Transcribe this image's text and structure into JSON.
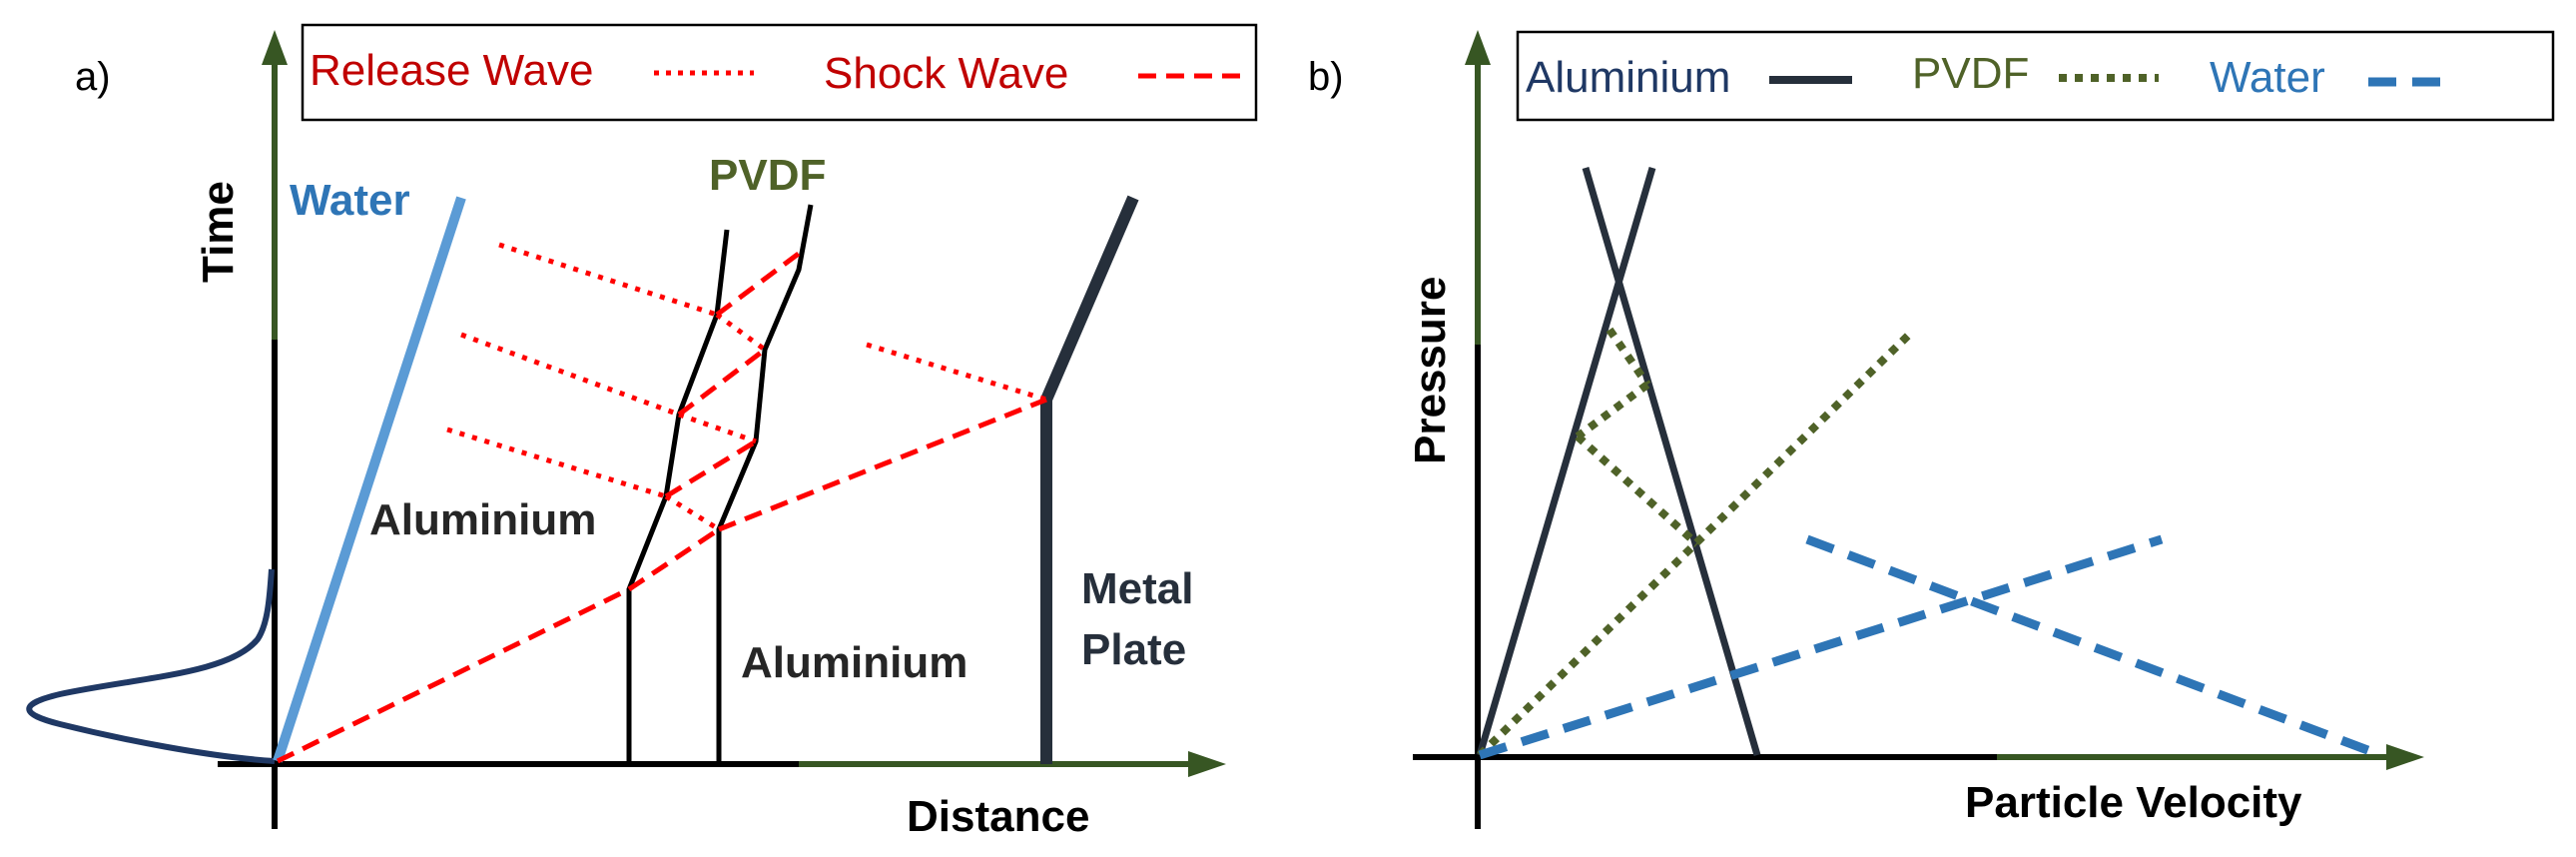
{
  "colors": {
    "axis": "#000000",
    "axis_green": "#375623",
    "shock": "#ff0000",
    "release": "#ff0000",
    "legend_text_red": "#c00000",
    "water_a": "#5b9bd5",
    "water_label": "#2e75b6",
    "metal": "#262f3b",
    "pvdf_label": "#4f6228",
    "aluminium_label": "#262626",
    "pulse": "#1f3864",
    "al_b": "#262f3b",
    "pvdf_b": "#4f6228",
    "water_b": "#2e75b6",
    "legend_al_text": "#1f3864",
    "legend_pvdf_text": "#4f6228",
    "legend_water_text": "#2e75b6"
  },
  "panel_a": {
    "tag": "a)",
    "legend": {
      "release": "Release Wave",
      "shock": "Shock Wave"
    },
    "axes": {
      "y_label": "Time",
      "x_label": "Distance"
    },
    "labels": {
      "water": "Water",
      "pvdf": "PVDF",
      "aluminium_left": "Aluminium",
      "aluminium_right": "Aluminium",
      "metal_line1": "Metal",
      "metal_line2": "Plate"
    }
  },
  "panel_b": {
    "tag": "b)",
    "legend": {
      "aluminium": "Aluminium",
      "pvdf": "PVDF",
      "water": "Water"
    },
    "axes": {
      "y_label": "Pressure",
      "x_label": "Particle Velocity"
    }
  }
}
